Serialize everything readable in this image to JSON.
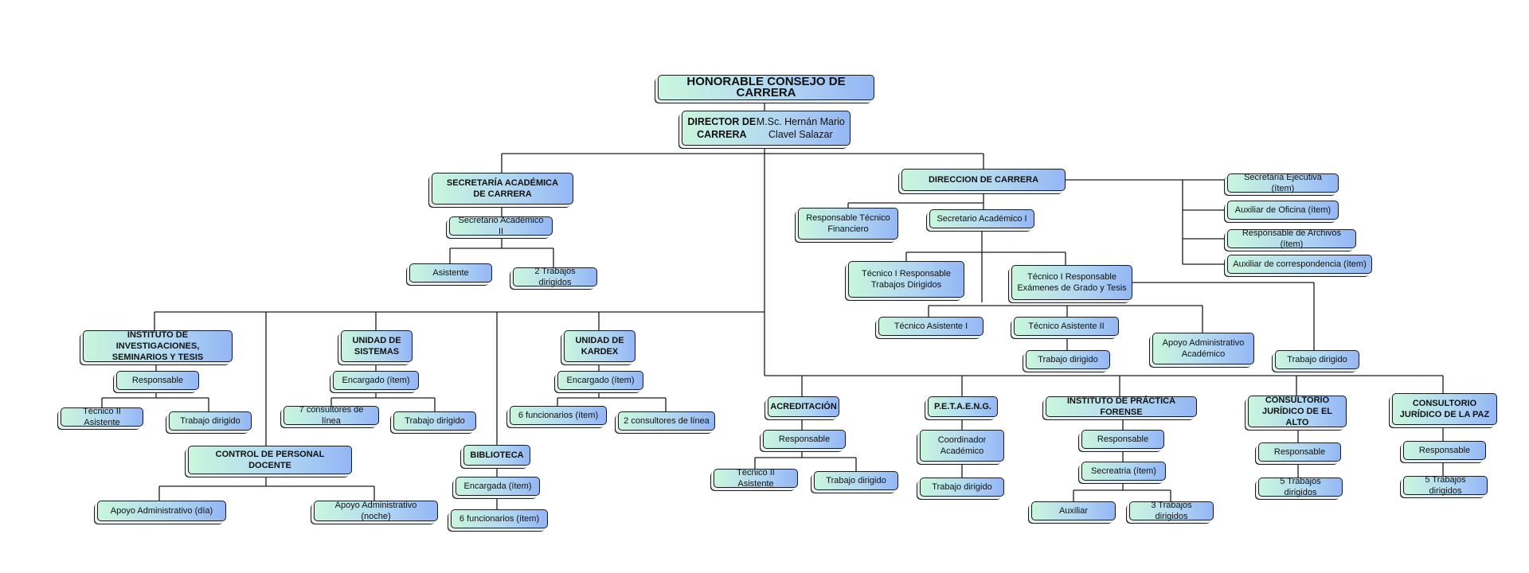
{
  "nodes": [
    {
      "id": "consejo",
      "text": "HONORABLE CONSEJO DE CARRERA",
      "style": "title"
    },
    {
      "id": "director",
      "line1": "DIRECTOR DE CARRERA",
      "line2": "M.Sc. Hernán Mario Clavel Salazar",
      "style": "dir"
    },
    {
      "id": "sec_acad",
      "text": "SECRETARÍA ACADÉMICA\nDE CARRERA",
      "style": "bold"
    },
    {
      "id": "sec_acad_ii",
      "text": "Secretario Académico II"
    },
    {
      "id": "asistente",
      "text": "Asistente"
    },
    {
      "id": "trab2",
      "text": "2 Trabajos dirigidos"
    },
    {
      "id": "direccion",
      "text": "DIRECCION DE CARRERA",
      "style": "bold"
    },
    {
      "id": "resp_tec_fin",
      "text": "Responsable Técnico\nFinanciero"
    },
    {
      "id": "sec_acad_i",
      "text": "Secretario Académico I"
    },
    {
      "id": "tec_trab",
      "text": "Técnico I Responsable\nTrabajos Dirigidos"
    },
    {
      "id": "tec_exam",
      "text": "Técnico I Responsable\nExámenes de Grado y Tesis"
    },
    {
      "id": "tec_asist_i",
      "text": "Técnico Asistente I"
    },
    {
      "id": "tec_asist_ii",
      "text": "Técnico Asistente II"
    },
    {
      "id": "trab_dir_a",
      "text": "Trabajo dirigido"
    },
    {
      "id": "apoyo_acad",
      "text": "Apoyo Administrativo\nAcadémico"
    },
    {
      "id": "trab_dir_b",
      "text": "Trabajo dirigido"
    },
    {
      "id": "sec_ejec",
      "text": "Secretaria Ejecutiva (ítem)"
    },
    {
      "id": "aux_ofi",
      "text": "Auxiliar de Oficina (ítem)"
    },
    {
      "id": "resp_arch",
      "text": "Responsable de Archivos (ítem)"
    },
    {
      "id": "aux_corr",
      "text": "Auxiliar de correspondencia (ítem)"
    },
    {
      "id": "instituto",
      "text": "INSTITUTO DE INVESTIGACIONES,\nSEMINARIOS Y TESIS",
      "style": "bold"
    },
    {
      "id": "inst_resp",
      "text": "Responsable"
    },
    {
      "id": "inst_tec",
      "text": "Técnico II Asistente"
    },
    {
      "id": "inst_trab",
      "text": "Trabajo dirigido"
    },
    {
      "id": "control",
      "text": "CONTROL DE PERSONAL DOCENTE",
      "style": "bold"
    },
    {
      "id": "apoyo_dia",
      "text": "Apoyo Administrativo (día)"
    },
    {
      "id": "apoyo_noche",
      "text": "Apoyo Administrativo (noche)"
    },
    {
      "id": "unidad_sis",
      "text": "UNIDAD DE\nSISTEMAS",
      "style": "bold"
    },
    {
      "id": "sis_enc",
      "text": "Encargado (ítem)"
    },
    {
      "id": "sis_cons",
      "text": "7 consultores de línea"
    },
    {
      "id": "sis_trab",
      "text": "Trabajo dirigido"
    },
    {
      "id": "biblioteca",
      "text": "BIBLIOTECA",
      "style": "bold"
    },
    {
      "id": "bib_enc",
      "text": "Encargada (ítem)"
    },
    {
      "id": "bib_func",
      "text": "6 funcionarios (ítem)"
    },
    {
      "id": "unidad_kar",
      "text": "UNIDAD DE\nKARDEX",
      "style": "bold"
    },
    {
      "id": "kar_enc",
      "text": "Encargado (ítem)"
    },
    {
      "id": "kar_func",
      "text": "6 funcionarios (ítem)"
    },
    {
      "id": "kar_cons",
      "text": "2 consultores de línea"
    },
    {
      "id": "acred",
      "text": "ACREDITACIÓN",
      "style": "bold"
    },
    {
      "id": "acred_resp",
      "text": "Responsable"
    },
    {
      "id": "acred_tec",
      "text": "Técnico II Asistente"
    },
    {
      "id": "acred_trab",
      "text": "Trabajo dirigido"
    },
    {
      "id": "peta",
      "text": "P.E.T.A.E.N.G.",
      "style": "bold"
    },
    {
      "id": "peta_coord",
      "text": "Coordinador\nAcadémico"
    },
    {
      "id": "peta_trab",
      "text": "Trabajo dirigido"
    },
    {
      "id": "ipf",
      "text": "INSTITUTO DE PRÁCTICA FORENSE",
      "style": "bold"
    },
    {
      "id": "ipf_resp",
      "text": "Responsable"
    },
    {
      "id": "ipf_sec",
      "text": "Secreatria (ítem)"
    },
    {
      "id": "ipf_aux",
      "text": "Auxiliar"
    },
    {
      "id": "ipf_trab",
      "text": "3 Trabajos dirigidos"
    },
    {
      "id": "cons_alto",
      "text": "CONSULTORIO\nJURÍDICO DE EL ALTO",
      "style": "bold"
    },
    {
      "id": "alto_resp",
      "text": "Responsable"
    },
    {
      "id": "alto_trab",
      "text": "5 Trabajos dirigidos"
    },
    {
      "id": "cons_paz",
      "text": "CONSULTORIO\nJURÍDICO DE LA PAZ",
      "style": "bold"
    },
    {
      "id": "paz_resp",
      "text": "Responsable"
    },
    {
      "id": "paz_trab",
      "text": "5 Trabajos dirigidos"
    }
  ]
}
